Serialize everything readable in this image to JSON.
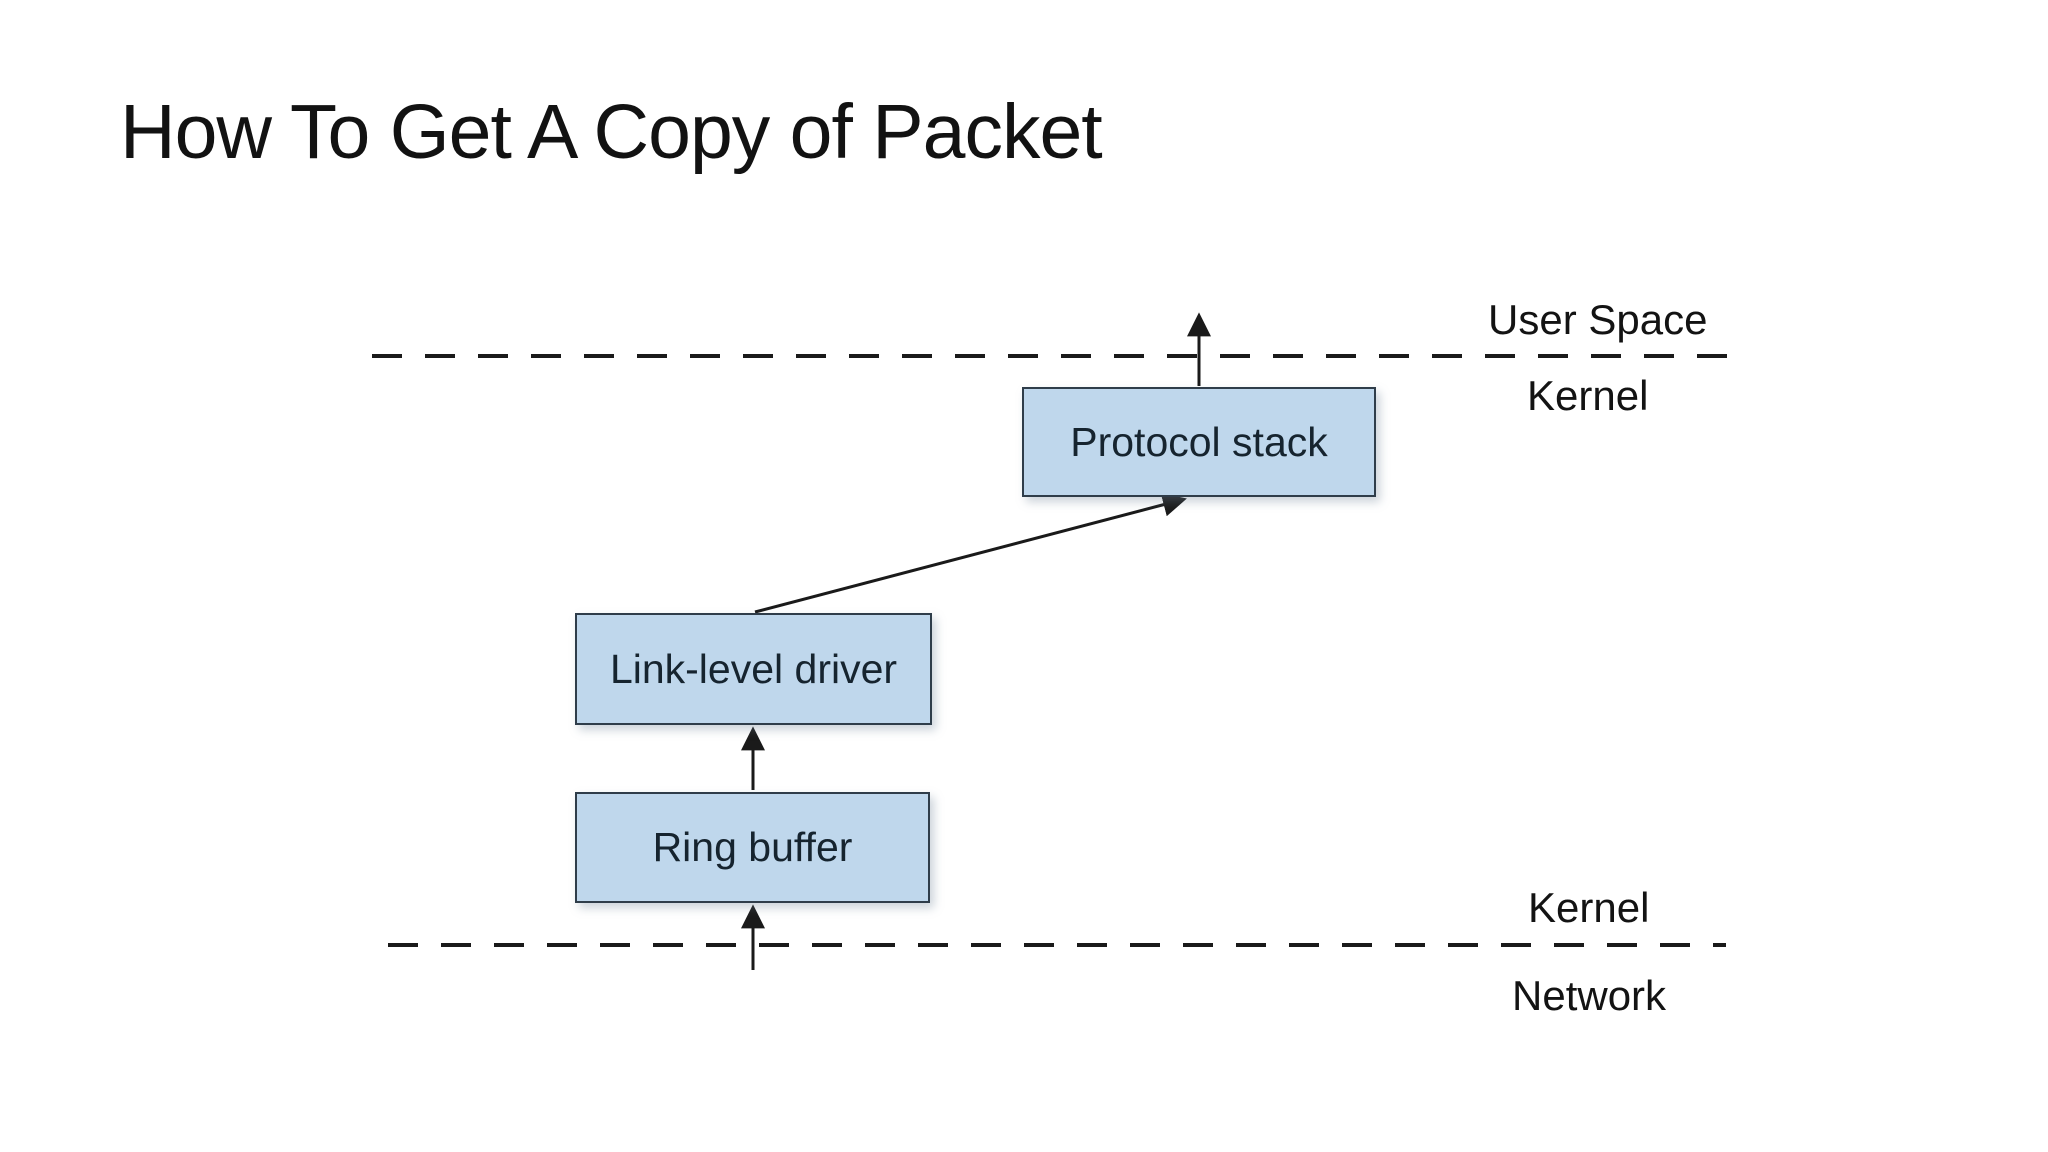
{
  "title": "How To Get A Copy of Packet",
  "diagram": {
    "boxes": [
      {
        "id": "protocol-stack",
        "label": "Protocol stack"
      },
      {
        "id": "link-level-driver",
        "label": "Link-level driver"
      },
      {
        "id": "ring-buffer",
        "label": "Ring buffer"
      }
    ],
    "labels": {
      "user_space": "User Space",
      "kernel_top": "Kernel",
      "kernel_bottom": "Kernel",
      "network": "Network"
    },
    "flow": [
      "Network -> Ring buffer",
      "Ring buffer -> Link-level driver",
      "Link-level driver -> Protocol stack",
      "Protocol stack -> User Space"
    ],
    "colors": {
      "box_fill": "#bfd7ec",
      "box_border": "#2f3d4a",
      "box_text": "#16242f",
      "line": "#1a1a1a"
    }
  }
}
